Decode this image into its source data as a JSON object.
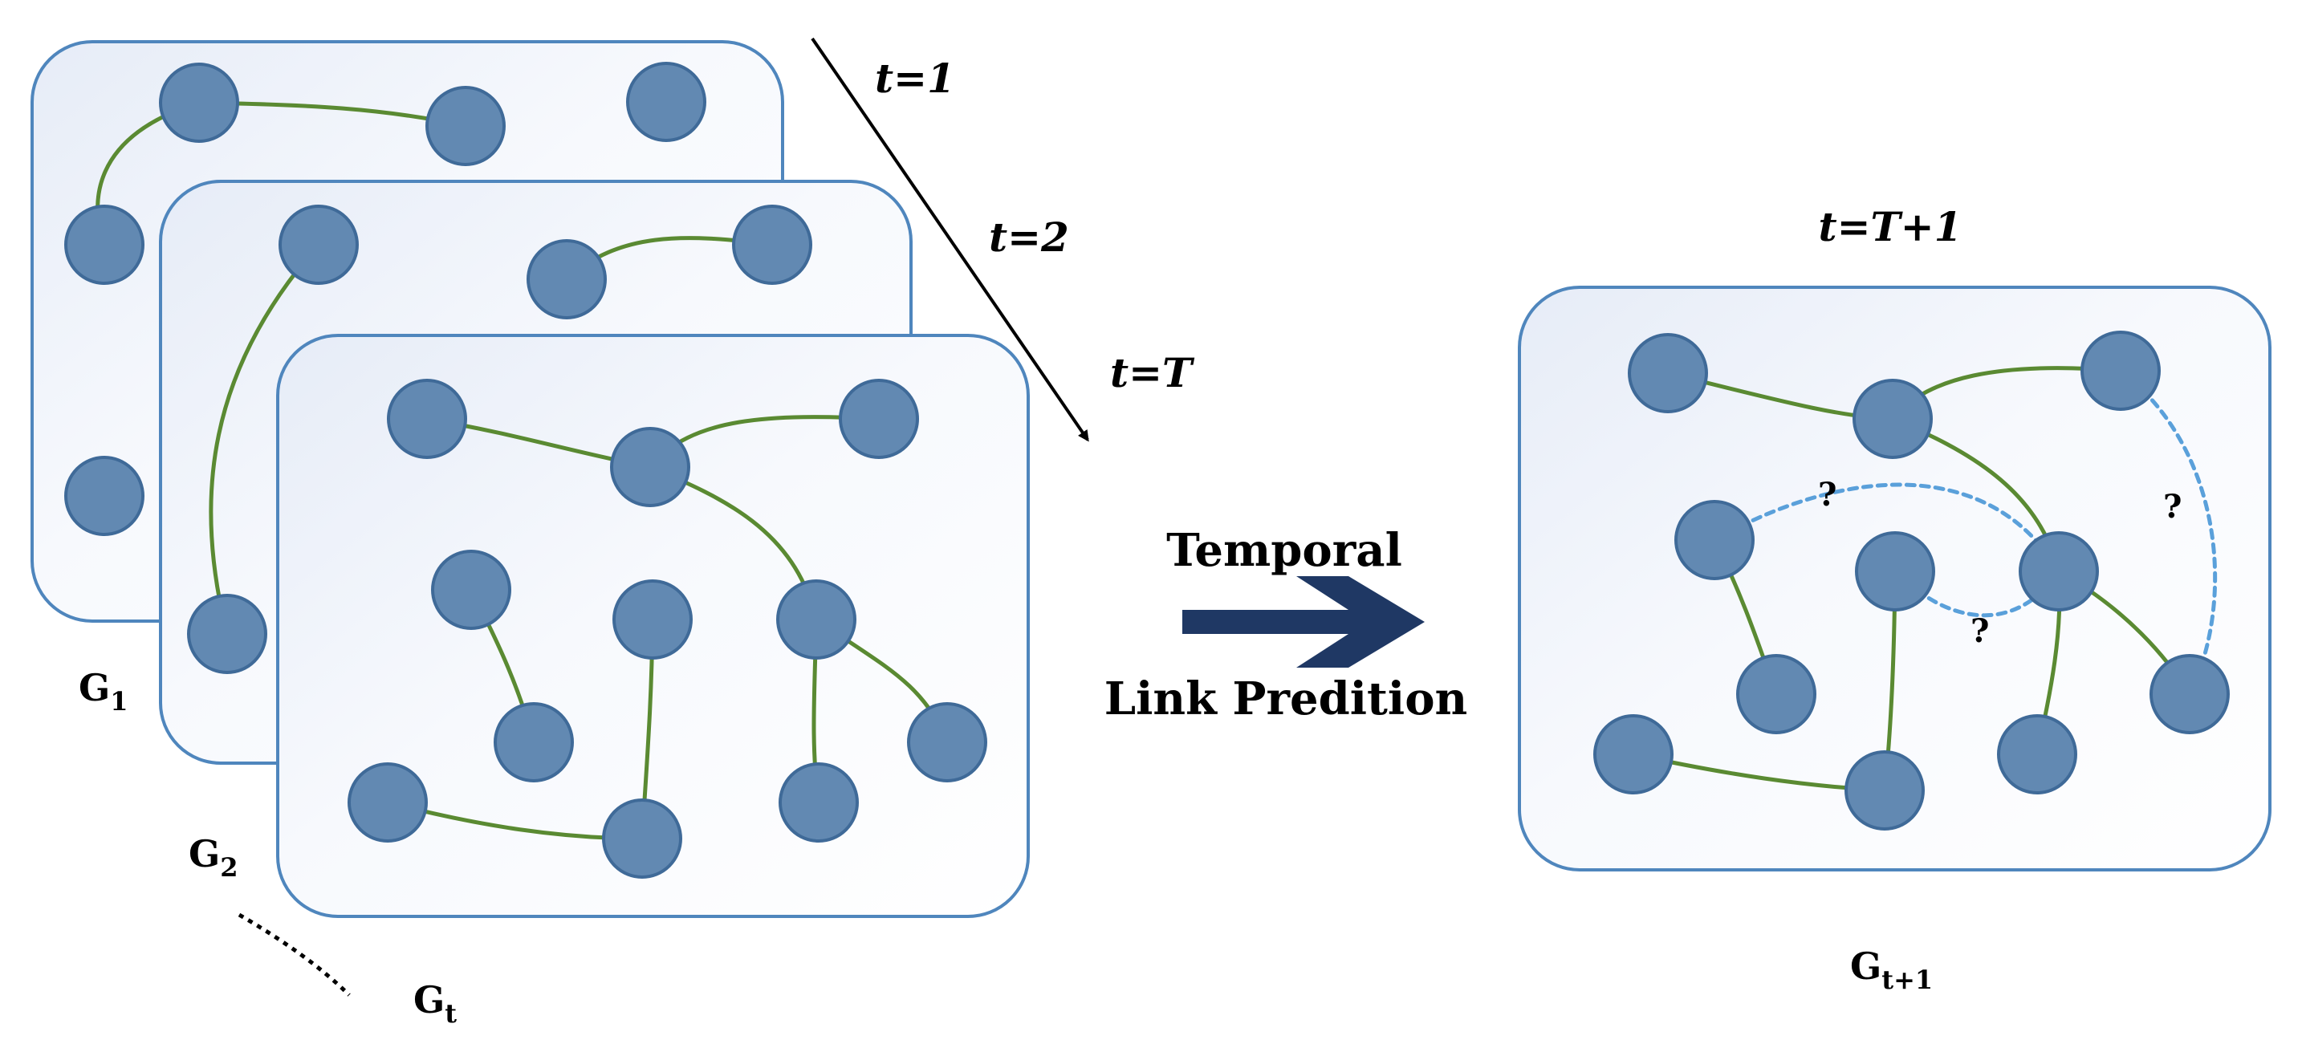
{
  "time_labels": {
    "t1": "t=1",
    "t2": "t=2",
    "tT": "t=T",
    "tT1": "t=T+1"
  },
  "graph_labels": {
    "g1_base": "G",
    "g1_sub": "1",
    "g2_base": "G",
    "g2_sub": "2",
    "gt_base": "G",
    "gt_sub": "t",
    "gt1_base": "G",
    "gt1_sub": "t+1"
  },
  "arrow_caption": {
    "line1": "Temporal",
    "line2": "Link Predition"
  },
  "prediction_marks": [
    "?",
    "?",
    "?"
  ],
  "colors": {
    "node_fill": "#6289b2",
    "edge_existing": "#5a8a32",
    "edge_predicted": "#5aa0da",
    "frame_border": "#4f86bd",
    "arrow": "#1f3864"
  }
}
